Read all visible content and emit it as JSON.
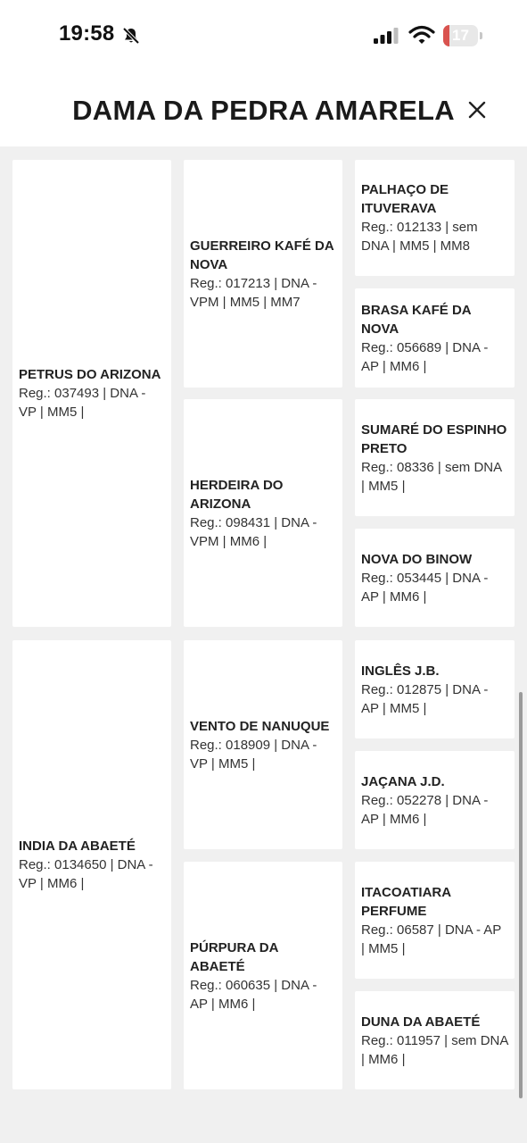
{
  "status_bar": {
    "time": "19:58",
    "battery": "17",
    "battery_level_percent": 17,
    "icons": [
      "bell-muted-icon",
      "cellular-signal-icon",
      "wifi-icon",
      "battery-icon"
    ]
  },
  "header": {
    "title": "DAMA DA PEDRA AMARELA",
    "close_icon": "close-icon"
  },
  "pedigree": {
    "sire": {
      "name": "PETRUS DO ARIZONA",
      "info": "Reg.: 037493 | DNA - VP | MM5 |"
    },
    "dam": {
      "name": "INDIA DA ABAETÉ",
      "info": "Reg.: 0134650 | DNA - VP | MM6 |"
    },
    "grandparents": [
      {
        "name": "GUERREIRO KAFÉ DA NOVA",
        "info": "Reg.: 017213 | DNA - VPM | MM5 | MM7"
      },
      {
        "name": "HERDEIRA DO ARIZONA",
        "info": "Reg.: 098431 | DNA - VPM | MM6 |"
      },
      {
        "name": "VENTO DE NANUQUE",
        "info": "Reg.: 018909 | DNA - VP | MM5 |"
      },
      {
        "name": "PÚRPURA DA ABAETÉ",
        "info": "Reg.: 060635 | DNA - AP | MM6 |"
      }
    ],
    "great_grandparents": [
      {
        "name": "PALHAÇO DE ITUVERAVA",
        "info": "Reg.: 012133 | sem DNA | MM5 | MM8"
      },
      {
        "name": "BRASA KAFÉ DA NOVA",
        "info": "Reg.: 056689 | DNA - AP | MM6 |"
      },
      {
        "name": "SUMARÉ DO ESPINHO PRETO",
        "info": "Reg.: 08336 | sem DNA | MM5 |"
      },
      {
        "name": "NOVA DO BINOW",
        "info": "Reg.: 053445 | DNA - AP | MM6 |"
      },
      {
        "name": "INGLÊS J.B.",
        "info": "Reg.: 012875 | DNA - AP | MM5 |"
      },
      {
        "name": "JAÇANA J.D.",
        "info": "Reg.: 052278 | DNA - AP | MM6 |"
      },
      {
        "name": "ITACOATIARA PERFUME",
        "info": "Reg.: 06587 | DNA - AP | MM5 |"
      },
      {
        "name": "DUNA DA ABAETÉ",
        "info": "Reg.: 011957 | sem DNA | MM6 |"
      }
    ]
  }
}
